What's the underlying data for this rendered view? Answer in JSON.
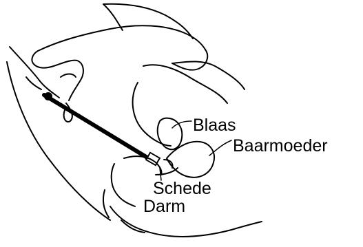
{
  "labels": {
    "blaas": "Blaas",
    "baarmoeder": "Baarmoeder",
    "schede": "Schede",
    "darm": "Darm"
  },
  "colors": {
    "ink": "#000000",
    "background": "#ffffff"
  }
}
